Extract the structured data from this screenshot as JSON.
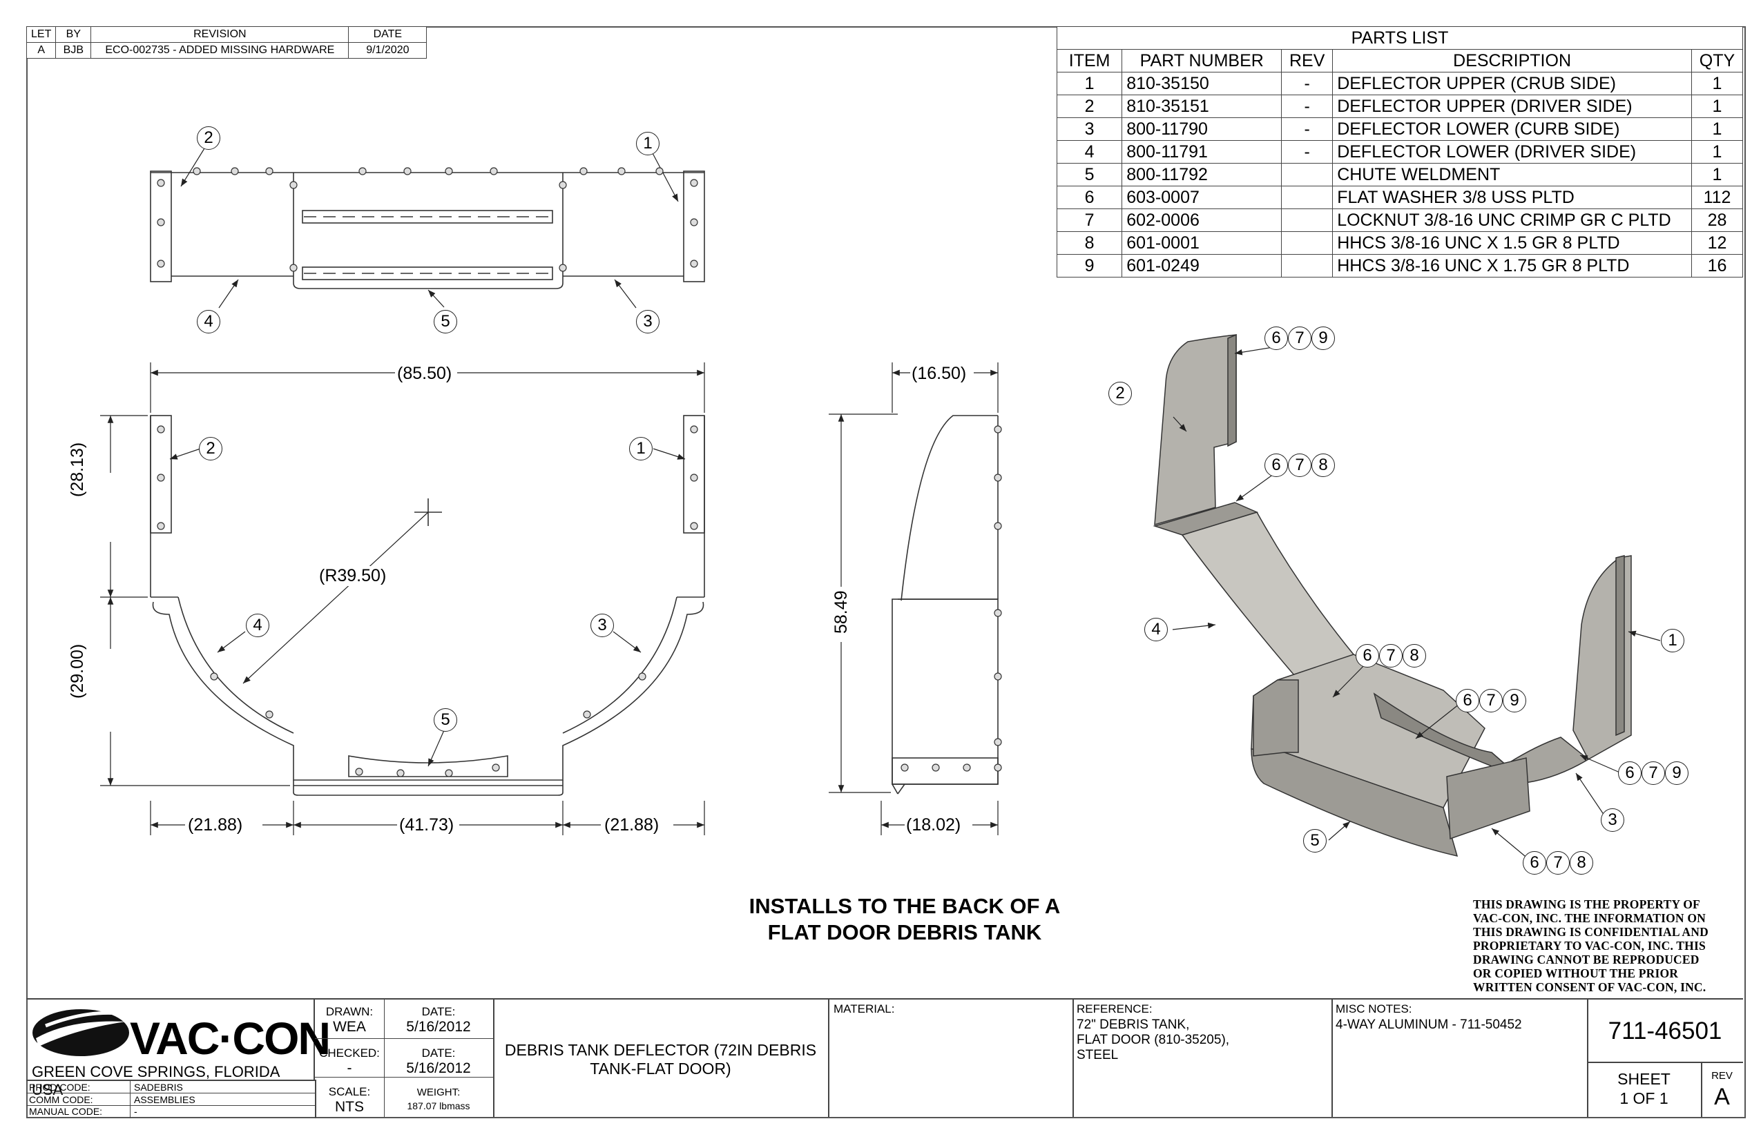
{
  "revision_table": {
    "headers": [
      "LET",
      "BY",
      "REVISION",
      "DATE"
    ],
    "rows": [
      [
        "A",
        "BJB",
        "ECO-002735 - ADDED MISSING HARDWARE",
        "9/1/2020"
      ]
    ]
  },
  "parts_list": {
    "title": "PARTS LIST",
    "headers": [
      "ITEM",
      "PART NUMBER",
      "REV",
      "DESCRIPTION",
      "QTY"
    ],
    "rows": [
      [
        "1",
        "810-35150",
        "-",
        "DEFLECTOR UPPER (CRUB SIDE)",
        "1"
      ],
      [
        "2",
        "810-35151",
        "-",
        "DEFLECTOR UPPER (DRIVER SIDE)",
        "1"
      ],
      [
        "3",
        "800-11790",
        "-",
        "DEFLECTOR LOWER (CURB SIDE)",
        "1"
      ],
      [
        "4",
        "800-11791",
        "-",
        "DEFLECTOR LOWER (DRIVER SIDE)",
        "1"
      ],
      [
        "5",
        "800-11792",
        "",
        "CHUTE WELDMENT",
        "1"
      ],
      [
        "6",
        "603-0007",
        "",
        "FLAT WASHER 3/8 USS PLTD",
        "112"
      ],
      [
        "7",
        "602-0006",
        "",
        "LOCKNUT 3/8-16 UNC CRIMP GR C PLTD",
        "28"
      ],
      [
        "8",
        "601-0001",
        "",
        "HHCS 3/8-16 UNC X 1.5 GR 8 PLTD",
        "12"
      ],
      [
        "9",
        "601-0249",
        "",
        "HHCS 3/8-16 UNC X 1.75 GR 8 PLTD",
        "16"
      ]
    ]
  },
  "dimensions": {
    "overall_width": "(85.50)",
    "upper_height": "(28.13)",
    "lower_height": "(29.00)",
    "radius": "(R39.50)",
    "left_width": "(21.88)",
    "center_width": "(41.73)",
    "right_width": "(21.88)",
    "side_top": "(16.50)",
    "side_height": "58.49",
    "side_bottom": "(18.02)"
  },
  "balloons": {
    "b1": "1",
    "b2": "2",
    "b3": "3",
    "b4": "4",
    "b5": "5",
    "b6": "6",
    "b7": "7",
    "b8": "8",
    "b9": "9"
  },
  "install_note": {
    "line1": "INSTALLS TO THE BACK OF A",
    "line2": "FLAT DOOR DEBRIS TANK"
  },
  "property_notice": [
    "THIS DRAWING IS THE PROPERTY OF",
    "VAC-CON, INC.  THE INFORMATION ON",
    "THIS DRAWING IS CONFIDENTIAL AND",
    "PROPRIETARY TO VAC-CON, INC.  THIS",
    "DRAWING CANNOT BE REPRODUCED",
    "OR COPIED WITHOUT THE PRIOR",
    "WRITTEN CONSENT OF VAC-CON, INC."
  ],
  "title_block": {
    "company": "VAC·CON",
    "location": "GREEN COVE SPRINGS, FLORIDA USA",
    "prod_code_label": "PROD CODE:",
    "prod_code": "SADEBRIS",
    "comm_code_label": "COMM CODE:",
    "comm_code": "ASSEMBLIES",
    "manual_code_label": "MANUAL CODE:",
    "manual_code": "-",
    "drawn_label": "DRAWN:",
    "drawn": "WEA",
    "drawn_date_label": "DATE:",
    "drawn_date": "5/16/2012",
    "checked_label": "CHECKED:",
    "checked": "-",
    "checked_date_label": "DATE:",
    "checked_date": "5/16/2012",
    "scale_label": "SCALE:",
    "scale": "NTS",
    "weight_label": "WEIGHT:",
    "weight": "187.07 lbmass",
    "title_line1": "DEBRIS TANK DEFLECTOR (72IN DEBRIS",
    "title_line2": "TANK-FLAT DOOR)",
    "material_label": "MATERIAL:",
    "reference_label": "REFERENCE:",
    "reference_line1": "72\" DEBRIS TANK,",
    "reference_line2": "FLAT DOOR (810-35205),",
    "reference_line3": "STEEL",
    "misc_label": "MISC NOTES:",
    "misc": "4-WAY ALUMINUM - 711-50452",
    "drawing_number": "711-46501",
    "sheet_label": "SHEET",
    "sheet": "1  OF 1",
    "rev_label": "REV",
    "rev": "A"
  },
  "colors": {
    "line": "#333333",
    "sheet_metal": "#b4b2ac",
    "sheet_metal_dark": "#8a8882"
  }
}
